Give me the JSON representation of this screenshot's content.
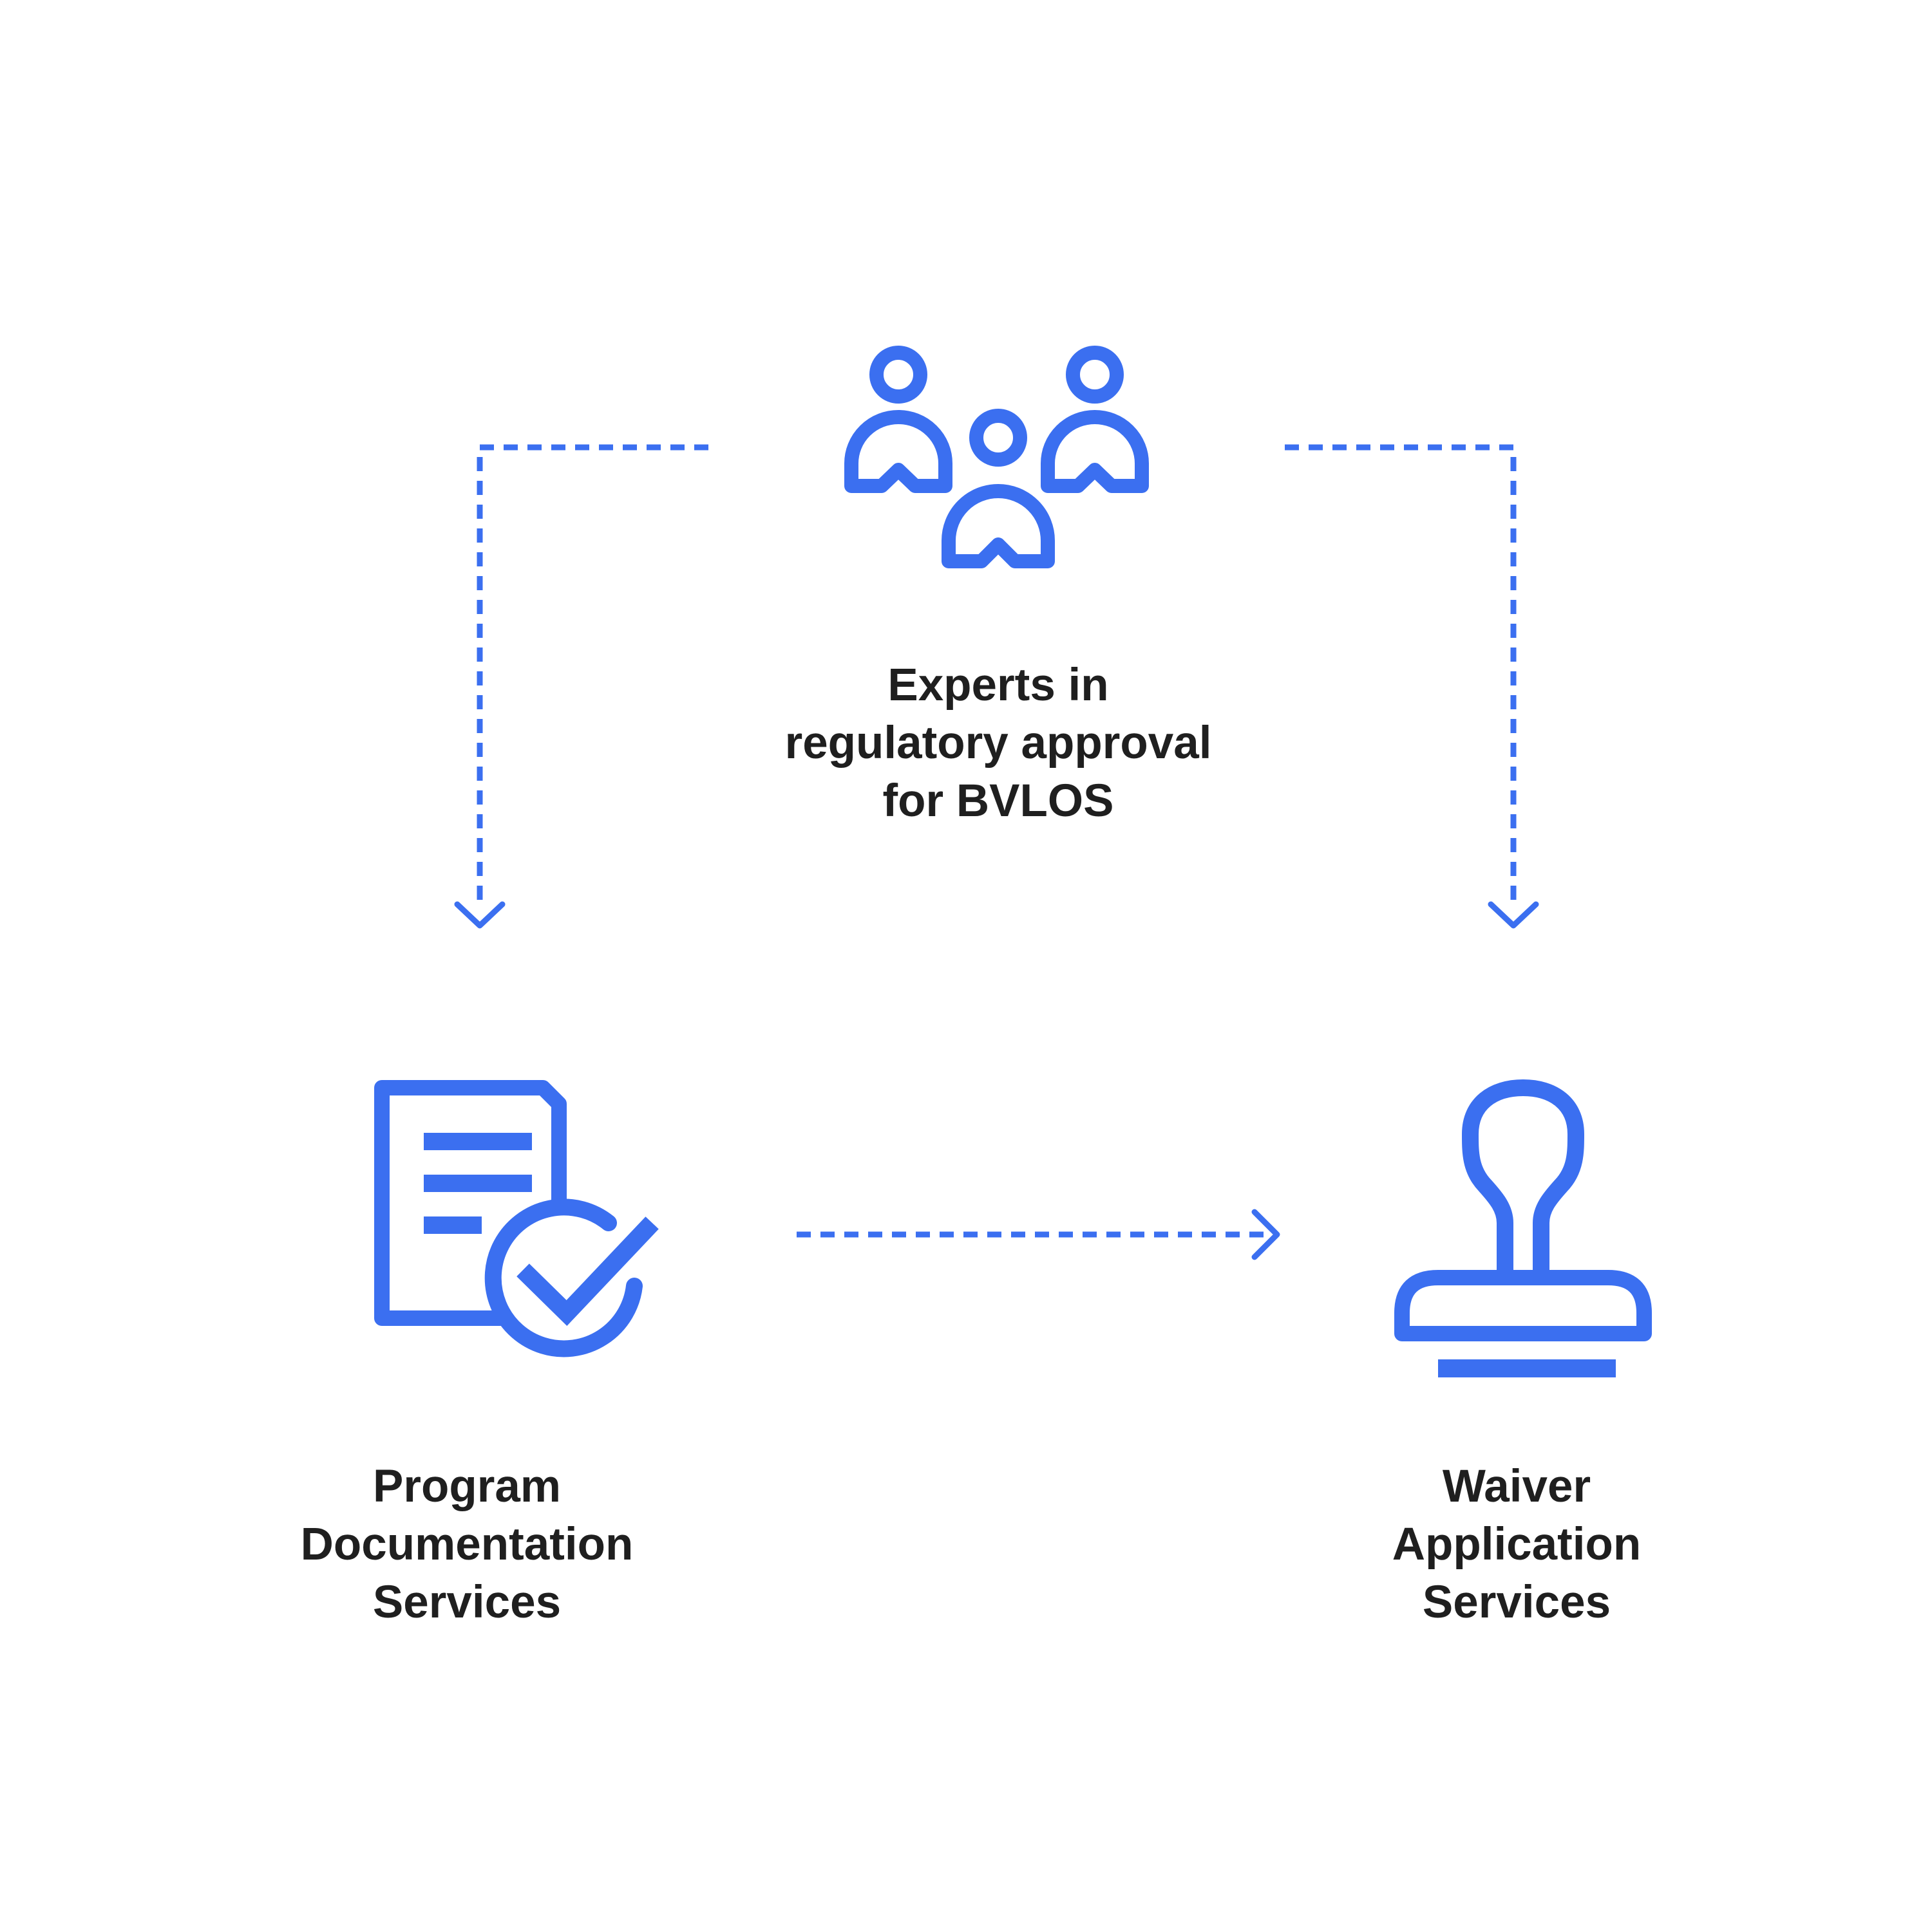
{
  "diagram": {
    "accent_color": "#3b6ff0",
    "text_color": "#1f1f1f",
    "nodes": [
      {
        "id": "experts",
        "icon": "team-people-icon",
        "label_lines": [
          "Experts in",
          "regulatory approval",
          "for BVLOS"
        ]
      },
      {
        "id": "program",
        "icon": "document-check-icon",
        "label_lines": [
          "Program",
          "Documentation",
          "Services"
        ]
      },
      {
        "id": "waiver",
        "icon": "rubber-stamp-icon",
        "label_lines": [
          "Waiver",
          "Application",
          "Services"
        ]
      }
    ],
    "edges": [
      {
        "from": "experts",
        "to": "program",
        "style": "dotted",
        "arrow": "chevron"
      },
      {
        "from": "experts",
        "to": "waiver",
        "style": "dotted",
        "arrow": "chevron"
      },
      {
        "from": "program",
        "to": "waiver",
        "style": "dotted",
        "arrow": "chevron"
      }
    ]
  }
}
